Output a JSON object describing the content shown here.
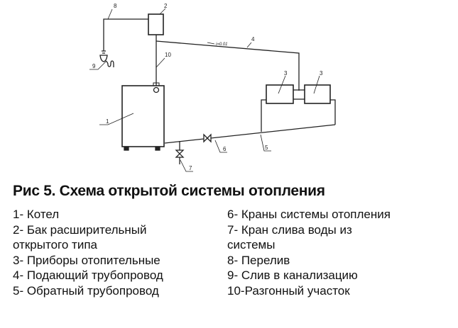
{
  "figure": {
    "title": "Рис 5. Схема открытой системы отопления",
    "slope_label": "i=0.01",
    "callouts": {
      "boiler": "1",
      "tank": "2",
      "radiator_left": "3",
      "radiator_right": "3",
      "supply": "4",
      "return": "5",
      "valve": "6",
      "drain_valve": "7",
      "overflow": "8",
      "sink": "9",
      "riser": "10"
    }
  },
  "legend": {
    "left": [
      "1- Котел",
      "2- Бак расширительный",
      "открытого типа",
      "3- Приборы отопительные",
      "4- Подающий трубопровод",
      "5- Обратный трубопровод"
    ],
    "right": [
      "6- Краны системы отопления",
      "7- Кран слива воды из",
      "системы",
      "8- Перелив",
      "9- Слив в канализацию",
      "10-Разгонный участок"
    ]
  }
}
